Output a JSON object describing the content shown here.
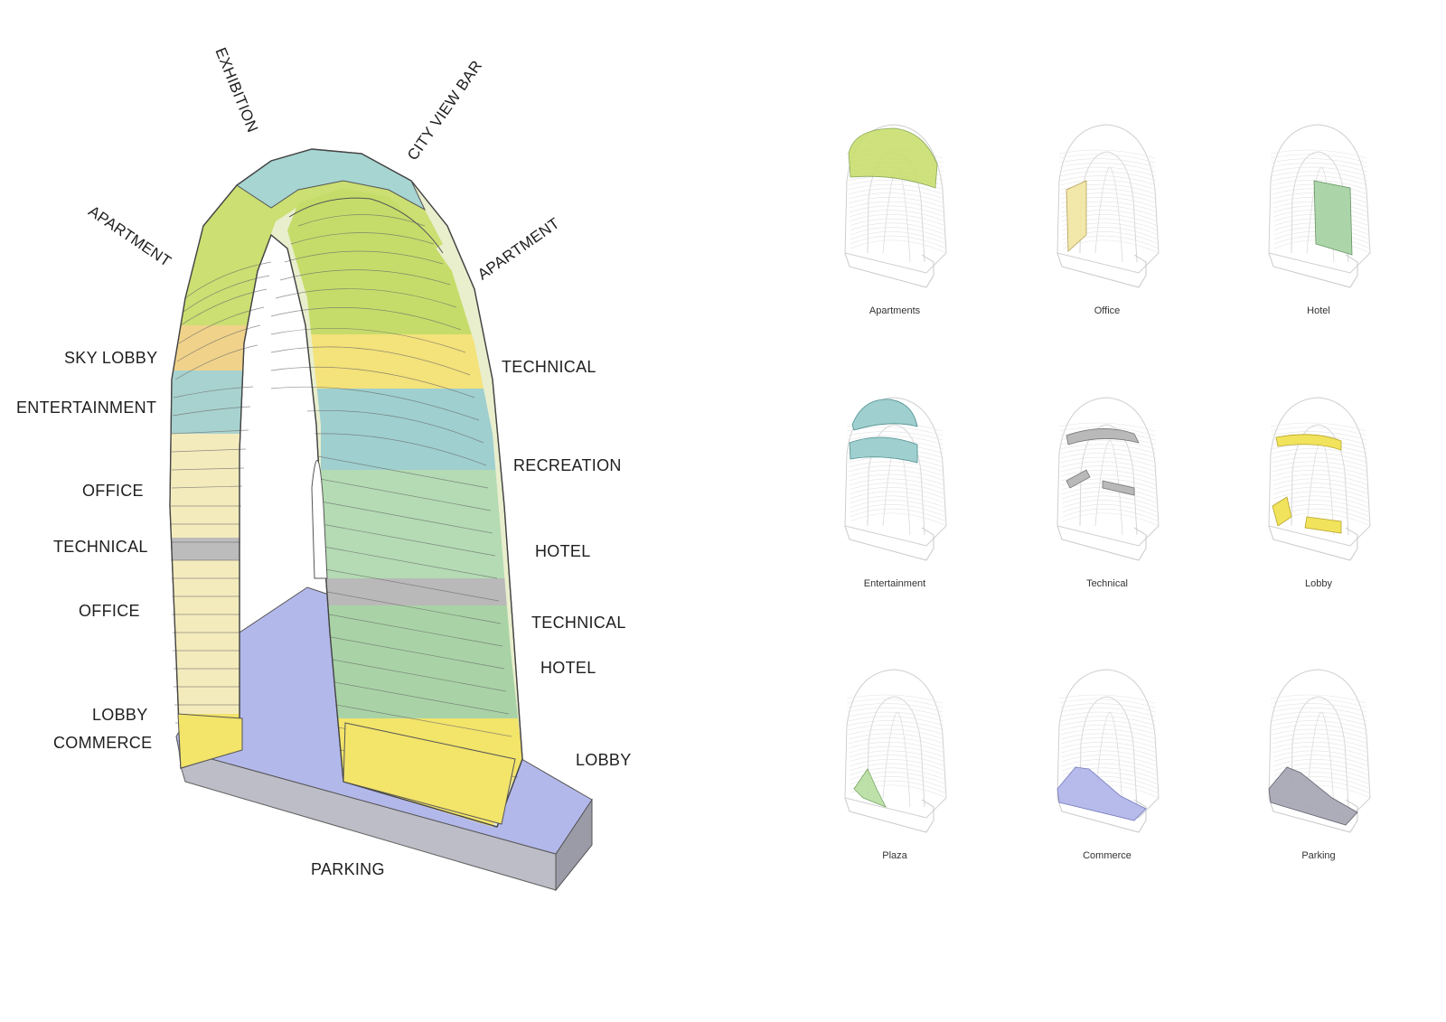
{
  "main_labels": {
    "exhibition": "EXHIBITION",
    "city_view_bar": "CITY VIEW BAR",
    "apartment_left": "APARTMENT",
    "apartment_right": "APARTMENT",
    "sky_lobby": "SKY LOBBY",
    "entertainment": "ENTERTAINMENT",
    "office_upper": "OFFICE",
    "technical_left": "TECHNICAL",
    "office_lower": "OFFICE",
    "lobby_left": "LOBBY",
    "commerce": "COMMERCE",
    "technical_right_upper": "TECHNICAL",
    "recreation": "RECREATION",
    "hotel_upper": "HOTEL",
    "technical_right_lower": "TECHNICAL",
    "hotel_lower": "HOTEL",
    "lobby_right": "LOBBY",
    "parking": "PARKING"
  },
  "program_colors": {
    "apartment": "#c9de6e",
    "office": "#f2e7a6",
    "hotel": "#a9d3a6",
    "entertainment": "#9fcfcf",
    "technical": "#b9b9b9",
    "lobby": "#f2e35c",
    "plaza": "#b7dea0",
    "commerce": "#b3b8ea",
    "parking": "#a9a9b6"
  },
  "thumbnails": [
    {
      "caption": "Apartments"
    },
    {
      "caption": "Office"
    },
    {
      "caption": "Hotel"
    },
    {
      "caption": "Entertainment"
    },
    {
      "caption": "Technical"
    },
    {
      "caption": "Lobby"
    },
    {
      "caption": "Plaza"
    },
    {
      "caption": "Commerce"
    },
    {
      "caption": "Parking"
    }
  ]
}
